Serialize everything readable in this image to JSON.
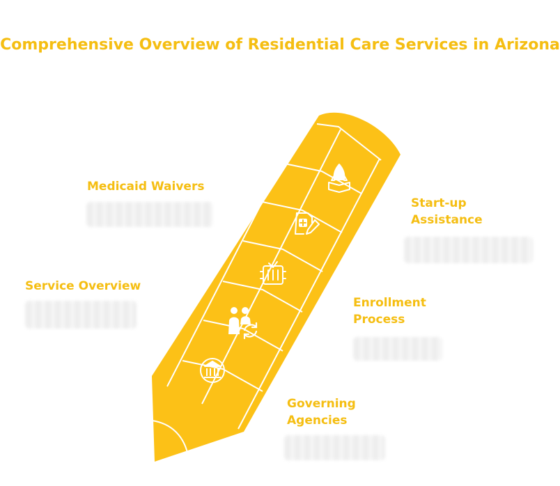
{
  "title": "Comprehensive Overview of Residential Care Services in Arizona",
  "colors": {
    "pencil": "#fcc117",
    "lines": "#ffffff",
    "text": "#f5be12"
  },
  "labels": {
    "medicaid": "Medicaid Waivers",
    "service": "Service Overview",
    "startup": "Start-up Assistance",
    "enrollment": "Enrollment Process",
    "governing": "Governing Agencies"
  },
  "segments": [
    {
      "label": "Start-up Assistance",
      "icon": "rocket-icon"
    },
    {
      "label": "Medicaid Waivers",
      "icon": "medical-document-icon"
    },
    {
      "label": "Enrollment Process",
      "icon": "checklist-icon"
    },
    {
      "label": "Service Overview",
      "icon": "people-cycle-icon"
    },
    {
      "label": "Governing Agencies",
      "icon": "government-building-icon"
    }
  ]
}
